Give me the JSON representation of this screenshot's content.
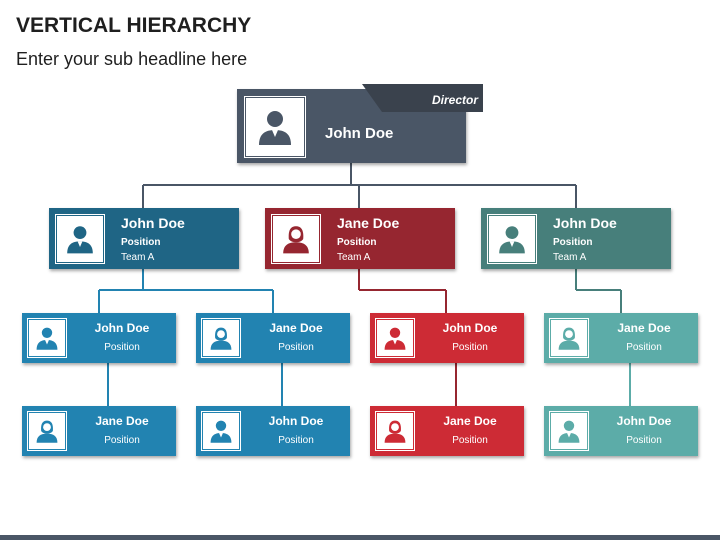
{
  "header": {
    "title": "VERTICAL HIERARCHY",
    "subtitle": "Enter your sub headline here"
  },
  "colors": {
    "slate": "#4a5666",
    "navy": "#1f6585",
    "crimson": "#962630",
    "teal": "#477f7b",
    "blue": "#2283b1",
    "red": "#cd2b35",
    "aqua": "#5caca8",
    "line_blue": "#2283b1",
    "line_slate": "#4a5666",
    "line_red": "#962630",
    "line_teal": "#5caca8"
  },
  "director": {
    "name": "John Doe",
    "role": "Director",
    "icon": "male-avatar-icon"
  },
  "level2": [
    {
      "name": "John Doe",
      "position": "Position",
      "team": "Team A",
      "icon": "male-avatar-icon"
    },
    {
      "name": "Jane Doe",
      "position": "Position",
      "team": "Team A",
      "icon": "female-avatar-icon"
    },
    {
      "name": "John Doe",
      "position": "Position",
      "team": "Team A",
      "icon": "male-avatar-icon"
    }
  ],
  "level3": [
    {
      "name": "John Doe",
      "position": "Position",
      "icon": "male-avatar-icon"
    },
    {
      "name": "Jane Doe",
      "position": "Position",
      "icon": "female-avatar-icon"
    },
    {
      "name": "John Doe",
      "position": "Position",
      "icon": "male-avatar-icon"
    },
    {
      "name": "Jane Doe",
      "position": "Position",
      "icon": "female-avatar-icon"
    }
  ],
  "level4": [
    {
      "name": "Jane Doe",
      "position": "Position",
      "icon": "female-avatar-icon"
    },
    {
      "name": "John Doe",
      "position": "Position",
      "icon": "male-avatar-icon"
    },
    {
      "name": "Jane Doe",
      "position": "Position",
      "icon": "female-avatar-icon"
    },
    {
      "name": "John Doe",
      "position": "Position",
      "icon": "male-avatar-icon"
    }
  ]
}
